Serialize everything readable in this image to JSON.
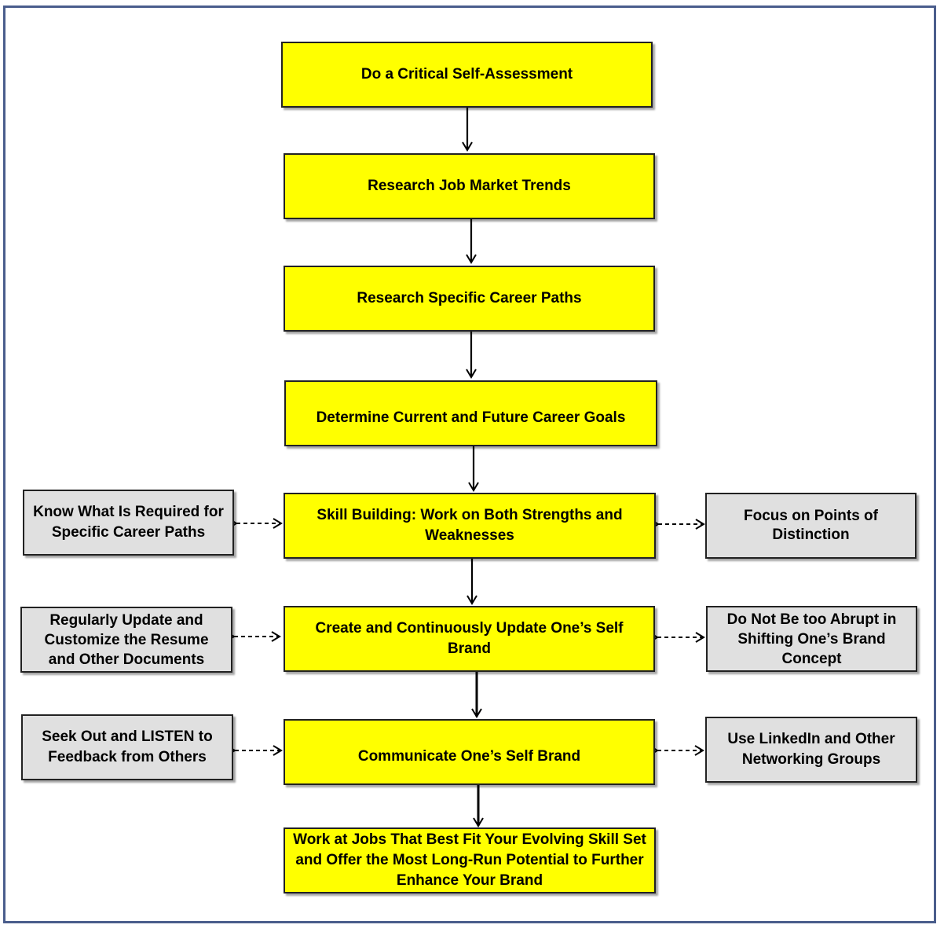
{
  "colors": {
    "main_box": "#ffff00",
    "side_box": "#e0e0e0",
    "frame": "#4a5d8c"
  },
  "main_steps": [
    {
      "label": "Do a Critical Self-Assessment"
    },
    {
      "label": "Research Job Market Trends"
    },
    {
      "label": "Research Specific Career Paths"
    },
    {
      "label": "Determine Current and Future Career Goals"
    },
    {
      "label": "Skill Building: Work on Both Strengths and Weaknesses"
    },
    {
      "label": "Create and Continuously Update One’s Self Brand"
    },
    {
      "label": "Communicate One’s Self Brand"
    },
    {
      "label": "Work at Jobs That Best Fit Your Evolving Skill Set and Offer the Most Long-Run Potential to Further Enhance Your Brand"
    }
  ],
  "left_notes": [
    {
      "label": "Know What Is Required for Specific Career Paths"
    },
    {
      "label": "Regularly Update and Customize the Resume and Other Documents"
    },
    {
      "label": "Seek Out and LISTEN to Feedback from Others"
    }
  ],
  "right_notes": [
    {
      "label": "Focus on Points of Distinction"
    },
    {
      "label": "Do Not Be too Abrupt in Shifting One’s Brand Concept"
    },
    {
      "label": "Use LinkedIn and Other Networking Groups"
    }
  ]
}
